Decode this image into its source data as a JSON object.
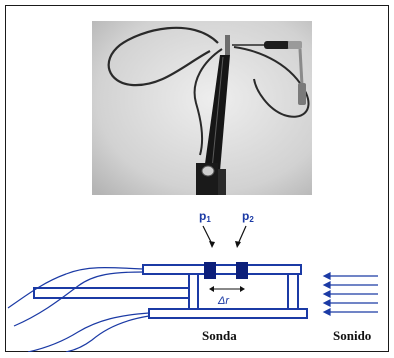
{
  "figure": {
    "photo": {
      "icon": "probe-photo"
    },
    "diagram": {
      "p1_main": "p",
      "p1_sub": "1",
      "p2_main": "p",
      "p2_sub": "2",
      "delta_r": "Δr",
      "caption_probe": "Sonda",
      "caption_sound": "Sonido",
      "line_color": "#1b3aa5",
      "sensor_color": "#0c1f7a"
    }
  }
}
